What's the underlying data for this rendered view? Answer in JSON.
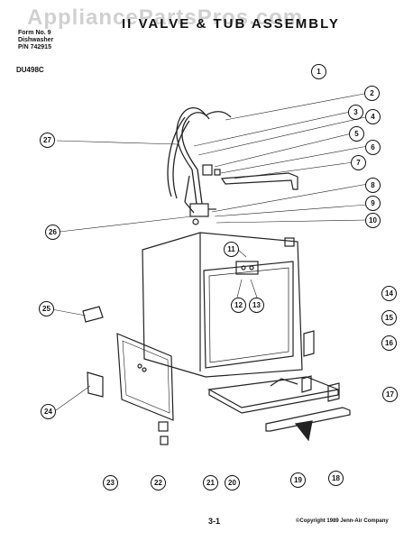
{
  "header": {
    "line1": "Form No. 9",
    "line2": "Dishwasher",
    "line3": "P/N 742915",
    "title": "II VALVE & TUB ASSEMBLY",
    "model": "DU498C"
  },
  "watermark": "AppliancePartsPros.com",
  "footer": {
    "page": "3-1",
    "copyright": "©Copyright 1989 Jenn-Air Company"
  },
  "callouts": [
    "1",
    "2",
    "3",
    "4",
    "5",
    "6",
    "7",
    "8",
    "9",
    "10",
    "11",
    "12",
    "13",
    "14",
    "15",
    "16",
    "17",
    "18",
    "19",
    "20",
    "21",
    "22",
    "23",
    "24",
    "25",
    "26",
    "27"
  ]
}
